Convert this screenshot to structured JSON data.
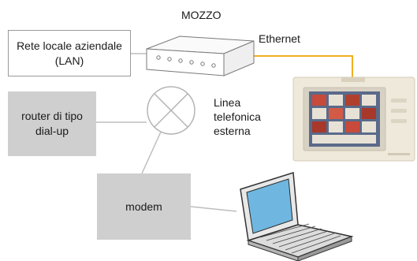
{
  "hub": {
    "label": "MOZZO"
  },
  "ethernet": {
    "label": "Ethernet"
  },
  "lan": {
    "line1": "Rete locale aziendale",
    "line2": "(LAN)"
  },
  "router": {
    "line1": "router di tipo",
    "line2": "dial-up"
  },
  "modem": {
    "label": "modem"
  },
  "phone_line": {
    "line1": "Linea",
    "line2": "telefonica",
    "line3": "esterna"
  },
  "colors": {
    "ethernet_cable": "#f0b020",
    "connector": "#bdbdbd",
    "gray_box": "#cfcfcf"
  },
  "icons": [
    "hub-device-icon",
    "touchscreen-panel-icon",
    "telephone-exchange-icon",
    "laptop-icon"
  ]
}
